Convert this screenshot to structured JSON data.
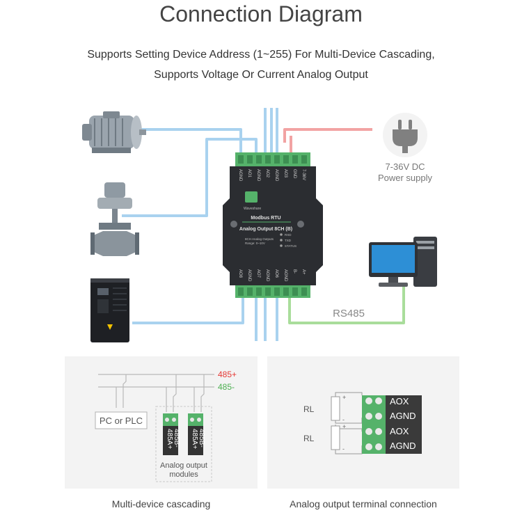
{
  "title": "Connection Diagram",
  "subtitle_line1": "Supports Setting Device Address (1~255) For Multi-Device Cascading,",
  "subtitle_line2": "Supports Voltage Or Current Analog Output",
  "power_label_1": "7-36V DC",
  "power_label_2": "Power supply",
  "rs485_label": "RS485",
  "module": {
    "brand": "Waveshare",
    "protocol": "Modbus RTU",
    "name": "Analog Output 8CH (B)",
    "spec_1": "8CH Analog Outputs",
    "spec_2": "Range: 0~10V",
    "led_rxd": "RXD",
    "led_txd": "TXD",
    "led_status": "STATUS",
    "top_pins": [
      "AGND",
      "AO1",
      "AGND",
      "AO2",
      "AGND",
      "AO3",
      "GND",
      "7-36V"
    ],
    "bottom_pins": [
      "AO8",
      "AGND",
      "AO7",
      "AGND",
      "AO6",
      "AGND",
      "B-",
      "A+"
    ]
  },
  "cascade": {
    "label_485p": "485+",
    "label_485m": "485-",
    "plc_label": "PC or PLC",
    "terminal_1a": "485A+",
    "terminal_1b": "485B-",
    "terminal_2a": "485A+",
    "terminal_2b": "485B-",
    "modules_line1": "Analog output",
    "modules_line2": "modules",
    "caption": "Multi-device cascading"
  },
  "analog": {
    "rl_1": "RL",
    "rl_2": "RL",
    "plus_1": "+",
    "minus_1": "-",
    "plus_2": "+",
    "minus_2": "-",
    "aox_1": "AOX",
    "agnd_1": "AGND",
    "aox_2": "AOX",
    "agnd_2": "AGND",
    "caption": "Analog output terminal connection"
  },
  "colors": {
    "wire_blue": "#a9d2ef",
    "wire_red": "#f2a3a3",
    "wire_green": "#a9dd9b",
    "terminal_green": "#55b26a",
    "module_body": "#2b2d31",
    "red_text": "#e53935",
    "green_text": "#4caf50"
  }
}
